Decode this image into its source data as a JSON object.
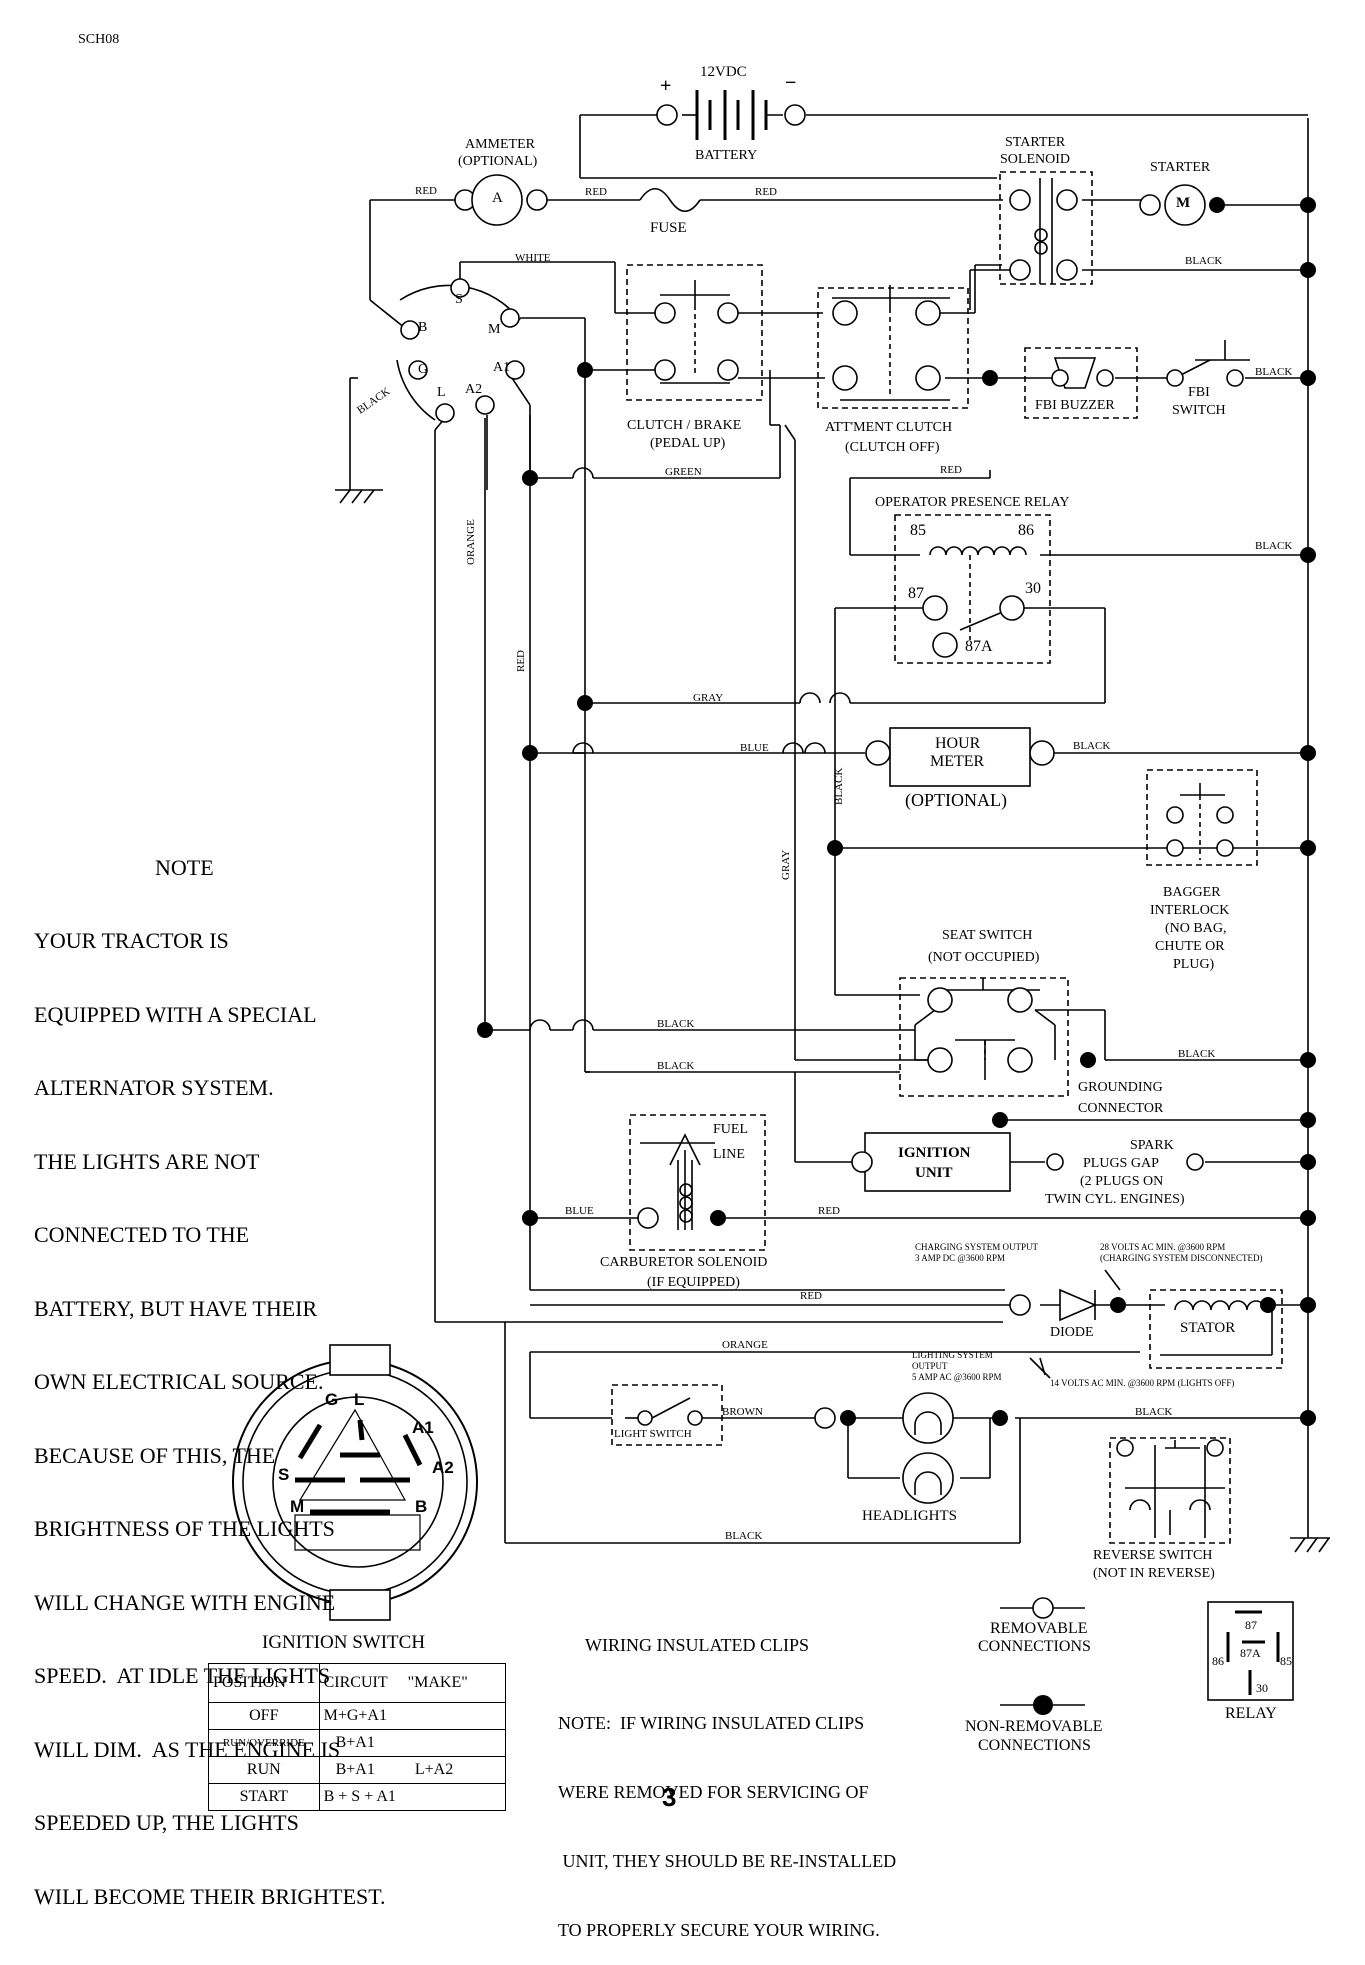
{
  "doc_code": "SCH08",
  "page_number": "3",
  "battery": {
    "voltage": "12VDC",
    "plus": "+",
    "minus": "−",
    "label": "BATTERY"
  },
  "ammeter": {
    "label1": "AMMETER",
    "label2": "(OPTIONAL)",
    "symbol": "A"
  },
  "fuse": {
    "label": "FUSE"
  },
  "starter_solenoid": {
    "label1": "STARTER",
    "label2": "SOLENOID"
  },
  "starter": {
    "label": "STARTER",
    "symbol": "M"
  },
  "ignition_terminals": {
    "B": "B",
    "S": "S",
    "M": "M",
    "G": "G",
    "L": "L",
    "A1": "A1",
    "A2": "A2"
  },
  "clutch_brake": {
    "label1": "CLUTCH / BRAKE",
    "label2": "(PEDAL UP)"
  },
  "attment_clutch": {
    "label1": "ATT'MENT CLUTCH",
    "label2": "(CLUTCH OFF)"
  },
  "fbi_buzzer": {
    "label": "FBI BUZZER"
  },
  "fbi_switch": {
    "label1": "FBI",
    "label2": "SWITCH"
  },
  "relay": {
    "title": "OPERATOR PRESENCE RELAY",
    "t85": "85",
    "t86": "86",
    "t87": "87",
    "t30": "30",
    "t87a": "87A"
  },
  "hour_meter": {
    "label1": "HOUR",
    "label2": "METER",
    "label3": "(OPTIONAL)"
  },
  "bagger": {
    "l1": "BAGGER",
    "l2": "INTERLOCK",
    "l3": "(NO BAG,",
    "l4": "CHUTE OR",
    "l5": "PLUG)"
  },
  "seat_switch": {
    "l1": "SEAT SWITCH",
    "l2": "(NOT OCCUPIED)"
  },
  "grounding": {
    "l1": "GROUNDING",
    "l2": "CONNECTOR"
  },
  "fuel": {
    "l1": "FUEL",
    "l2": "LINE"
  },
  "carb": {
    "l1": "CARBURETOR SOLENOID",
    "l2": "(IF EQUIPPED)"
  },
  "ignition_unit": {
    "l1": "IGNITION",
    "l2": "UNIT"
  },
  "spark": {
    "l1": "SPARK",
    "l2": "PLUGS GAP",
    "l3": "(2 PLUGS ON",
    "l4": "TWIN CYL. ENGINES)"
  },
  "charging": {
    "l1": "CHARGING SYSTEM OUTPUT",
    "l2": "3 AMP DC @3600 RPM",
    "r1": "28 VOLTS AC MIN. @3600 RPM",
    "r2": "(CHARGING SYSTEM DISCONNECTED)"
  },
  "diode": {
    "label": "DIODE"
  },
  "stator": {
    "label": "STATOR"
  },
  "lighting": {
    "l1": "LIGHTING SYSTEM",
    "l2": "OUTPUT",
    "l3": "5 AMP AC @3600 RPM",
    "r1": "14 VOLTS AC MIN. @3600 RPM (LIGHTS OFF)"
  },
  "light_switch": {
    "label": "LIGHT SWITCH"
  },
  "headlights": {
    "label": "HEADLIGHTS"
  },
  "reverse_switch": {
    "l1": "REVERSE SWITCH",
    "l2": "(NOT IN REVERSE)"
  },
  "wires": {
    "red": "RED",
    "white": "WHITE",
    "black": "BLACK",
    "green": "GREEN",
    "gray": "GRAY",
    "blue": "BLUE",
    "orange": "ORANGE",
    "brown": "BROWN"
  },
  "note": {
    "title": "NOTE",
    "lines": [
      "YOUR TRACTOR IS",
      "EQUIPPED WITH A SPECIAL",
      "ALTERNATOR SYSTEM.",
      "THE LIGHTS ARE NOT",
      "CONNECTED TO THE",
      "BATTERY, BUT HAVE THEIR",
      "OWN ELECTRICAL SOURCE.",
      "BECAUSE OF THIS, THE",
      "BRIGHTNESS OF THE LIGHTS",
      "WILL CHANGE WITH ENGINE",
      "SPEED.  AT IDLE THE LIGHTS",
      "WILL DIM.  AS THE ENGINE IS",
      "SPEEDED UP, THE LIGHTS",
      "WILL BECOME THEIR BRIGHTEST."
    ]
  },
  "ignition_switch": {
    "title": "IGNITION SWITCH",
    "headers": [
      "POSITION",
      "CIRCUIT",
      "\"MAKE\""
    ],
    "rows": [
      {
        "position": "OFF",
        "circuit": "M+G+A1",
        "extra": ""
      },
      {
        "position": "RUN/OVERRIDE",
        "circuit": "B+A1",
        "extra": ""
      },
      {
        "position": "RUN",
        "circuit": "B+A1",
        "extra": "L+A2"
      },
      {
        "position": "START",
        "circuit": "B + S + A1",
        "extra": ""
      }
    ],
    "face": {
      "G": "G",
      "L": "L",
      "A1": "A1",
      "S": "S",
      "A2": "A2",
      "M": "M",
      "B": "B"
    }
  },
  "clips": {
    "title": "WIRING INSULATED CLIPS",
    "lines": [
      "NOTE:  IF WIRING INSULATED CLIPS",
      "WERE REMOVED FOR SERVICING OF",
      " UNIT, THEY SHOULD BE RE-INSTALLED",
      "TO PROPERLY SECURE YOUR WIRING."
    ]
  },
  "legend": {
    "removable1": "REMOVABLE",
    "removable2": "CONNECTIONS",
    "nonremovable1": "NON-REMOVABLE",
    "nonremovable2": "CONNECTIONS",
    "relay_label": "RELAY",
    "relay_pins": {
      "p87": "87",
      "p87a": "87A",
      "p86": "86",
      "p85": "85",
      "p30": "30"
    }
  }
}
